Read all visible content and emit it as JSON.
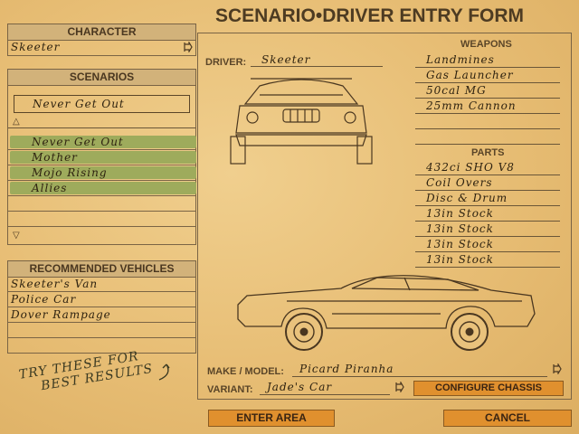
{
  "title": "SCENARIO•DRIVER ENTRY FORM",
  "character": {
    "header": "CHARACTER",
    "value": "Skeeter"
  },
  "scenarios": {
    "header": "SCENARIOS",
    "current": "Never Get Out",
    "items": [
      {
        "label": "Never Get Out"
      },
      {
        "label": "Mother"
      },
      {
        "label": "Mojo Rising"
      },
      {
        "label": "Allies"
      }
    ]
  },
  "recommended": {
    "header": "RECOMMENDED VEHICLES",
    "items": [
      {
        "label": "Skeeter's Van"
      },
      {
        "label": "Police Car"
      },
      {
        "label": "Dover Rampage"
      }
    ]
  },
  "hint": {
    "line1": "Try these for",
    "line2": "best results"
  },
  "form": {
    "driver_label": "DRIVER:",
    "driver_value": "Skeeter",
    "weapons_header": "WEAPONS",
    "weapons": [
      "Landmines",
      "Gas Launcher",
      "50cal MG",
      "25mm Cannon"
    ],
    "parts_header": "PARTS",
    "parts": [
      "432ci SHO V8",
      "Coil Overs",
      "Disc & Drum",
      "13in Stock",
      "13in Stock",
      "13in Stock",
      "13in Stock"
    ],
    "make_label": "MAKE / MODEL:",
    "make_value": "Picard Piranha",
    "variant_label": "VARIANT:",
    "variant_value": "Jade's Car",
    "configure_label": "CONFIGURE CHASSIS"
  },
  "buttons": {
    "enter": "ENTER AREA",
    "cancel": "CANCEL"
  },
  "colors": {
    "paper": "#e9c27c",
    "button": "#e0902e",
    "highlight": "#9eab5c",
    "ink": "#3a2a14"
  }
}
